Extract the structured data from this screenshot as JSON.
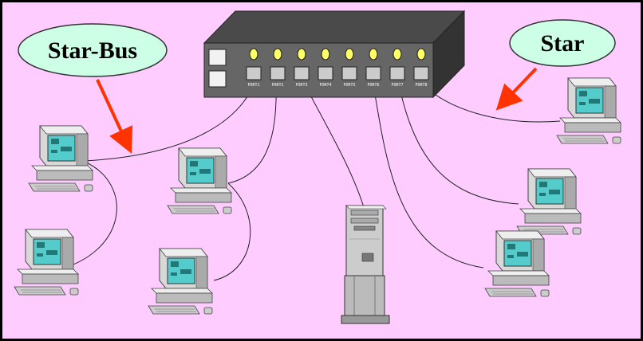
{
  "labels": {
    "star_bus": "Star-Bus",
    "star": "Star"
  },
  "hub": {
    "ports": [
      "PORT1",
      "PORT2",
      "PORT3",
      "PORT4",
      "PORT5",
      "PORT6",
      "PORT7",
      "PORT8"
    ]
  },
  "colors": {
    "background": "#ffccff",
    "border": "#000000",
    "hub_front": "#666666",
    "hub_top": "#4a4a4a",
    "hub_side": "#333333",
    "led": "#ffff66",
    "bubble_fill": "#ccffe6",
    "arrow": "#ff3300",
    "screen": "#55cccc",
    "computer": "#cccccc"
  },
  "icons": {
    "computer": "desktop-computer-icon",
    "server": "tower-server-icon",
    "hub": "network-hub-icon"
  }
}
